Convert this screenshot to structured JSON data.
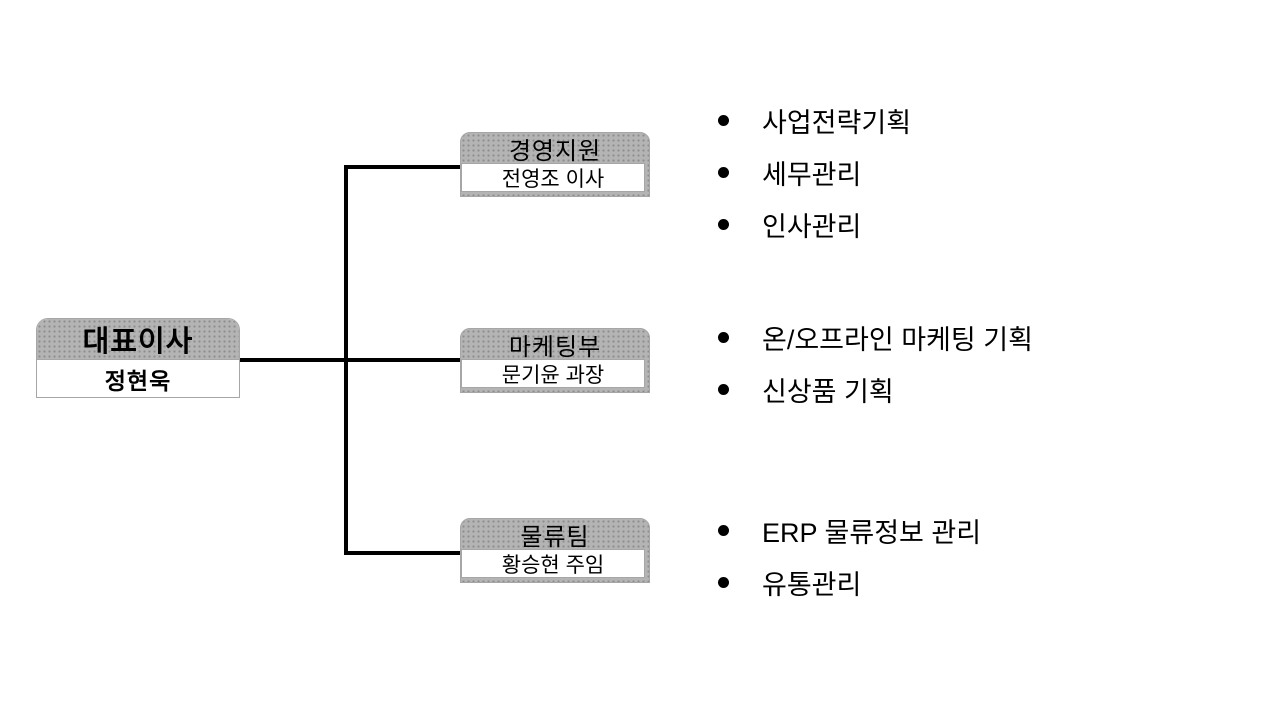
{
  "page": {
    "background": "#ffffff"
  },
  "org_chart": {
    "root": {
      "title": "대표이사",
      "name": "정현욱"
    },
    "departments": [
      {
        "title": "경영지원",
        "manager": "전영조 이사",
        "duties": [
          "사업전략기획",
          "세무관리",
          "인사관리"
        ]
      },
      {
        "title": "마케팅부",
        "manager": "문기윤 과장",
        "duties": [
          "온/오프라인 마케팅 기획",
          "신상품 기획"
        ]
      },
      {
        "title": "물류팀",
        "manager": "황승현 주임",
        "duties": [
          "ERP 물류정보 관리",
          "유통관리"
        ]
      }
    ],
    "style": {
      "header_fill": "#b4b4b4",
      "header_dot": "#8c8c8c",
      "box_border": "#a6a6a6",
      "connector_color": "#000000",
      "text_color": "#000000",
      "bullet": "●"
    }
  }
}
